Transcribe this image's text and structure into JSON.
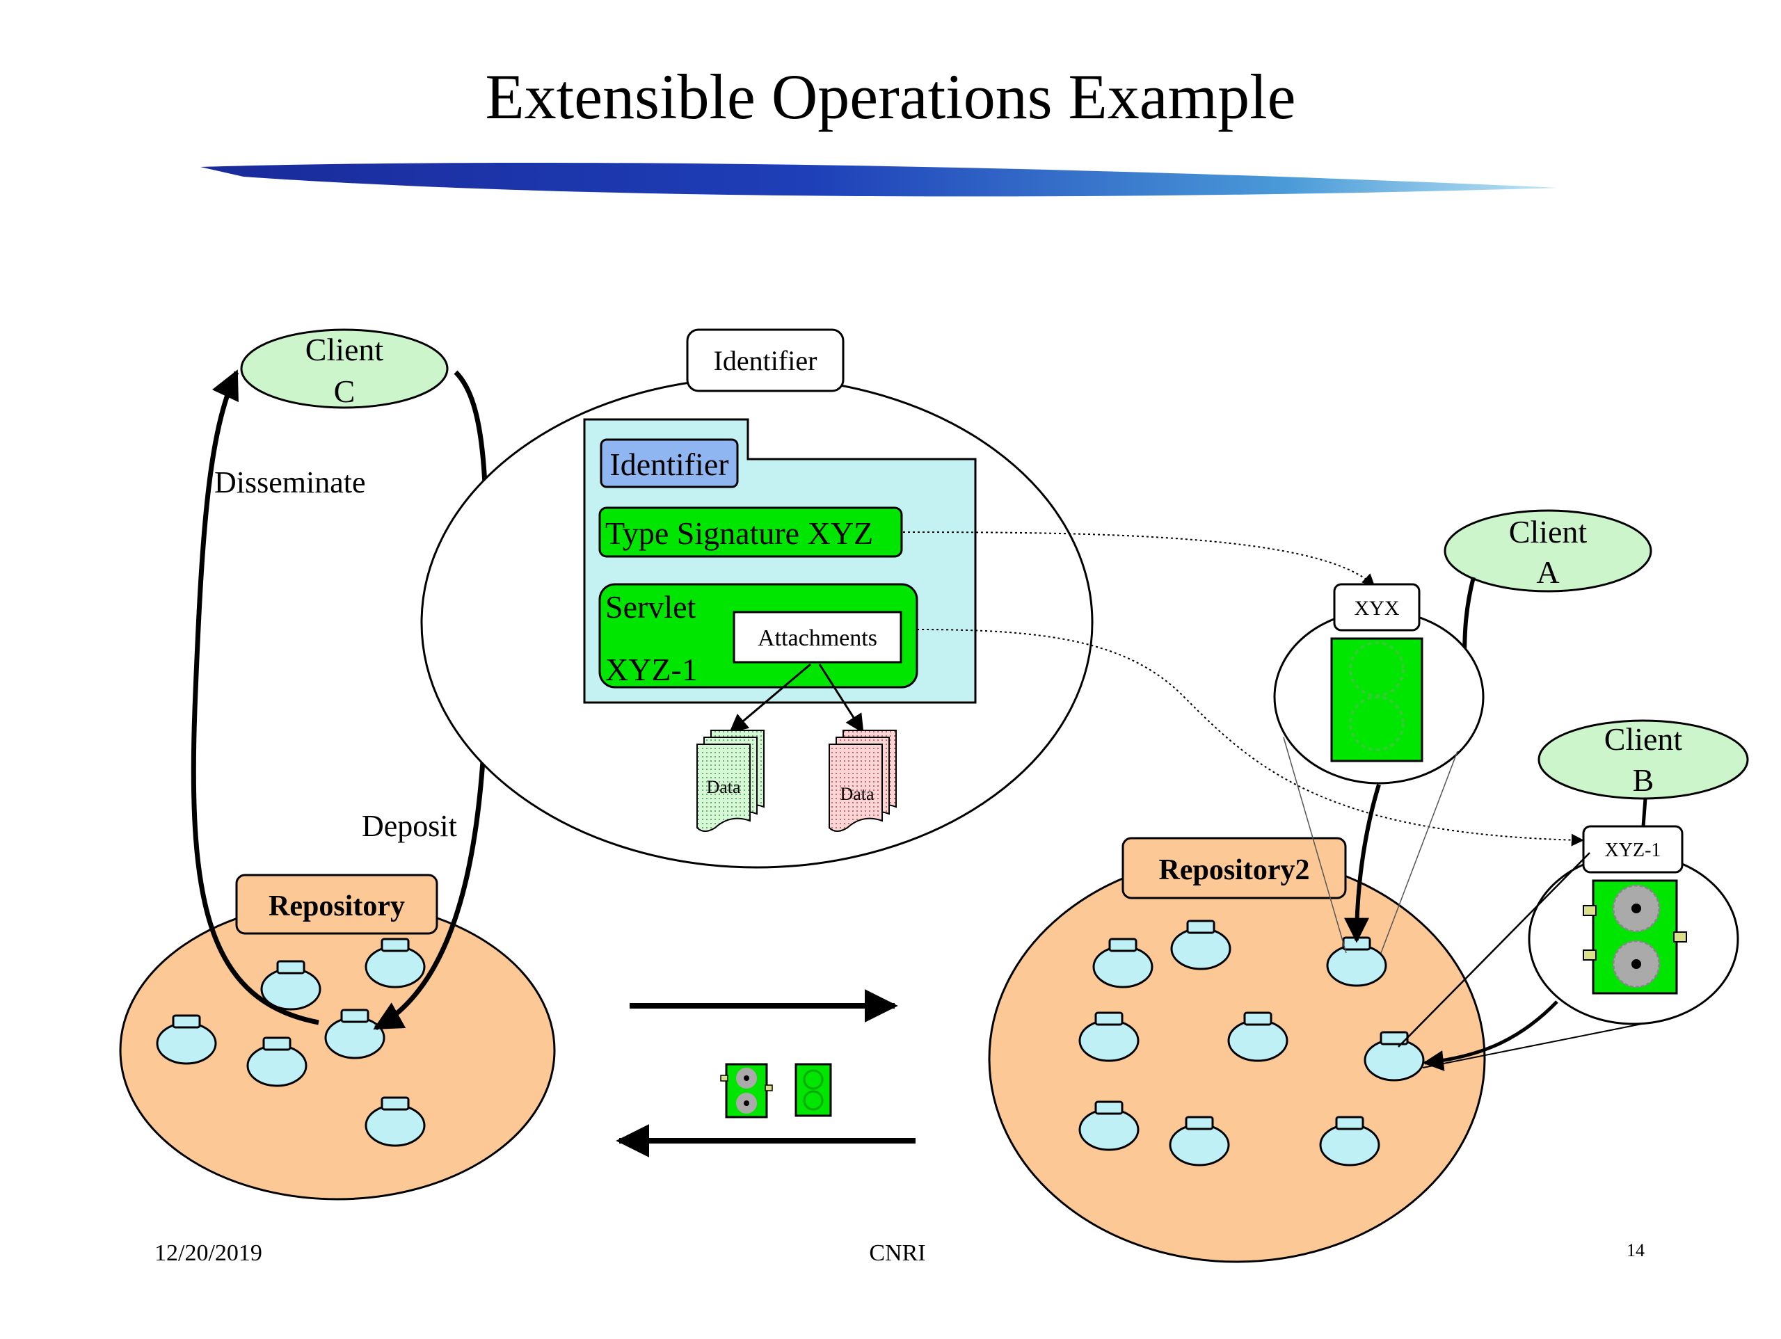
{
  "slide": {
    "title": "Extensible Operations Example",
    "footer": {
      "date": "12/20/2019",
      "center": "CNRI",
      "page": "14"
    }
  },
  "clients": {
    "c": {
      "line1": "Client",
      "line2": "C"
    },
    "a": {
      "line1": "Client",
      "line2": "A"
    },
    "b": {
      "line1": "Client",
      "line2": "B"
    }
  },
  "arrows": {
    "disseminate": "Disseminate",
    "deposit": "Deposit"
  },
  "digital_object": {
    "outer_tab": "Identifier",
    "inner_identifier": "Identifier",
    "type_signature": "Type Signature XYZ",
    "servlet_line1": "Servlet",
    "servlet_line2": "XYZ-1",
    "attachments": "Attachments",
    "data_label_1": "Data",
    "data_label_2": "Data"
  },
  "repositories": {
    "left": "Repository",
    "right": "Repository2"
  },
  "operations": {
    "xyx_label": "XYX",
    "xyz1_label": "XYZ-1"
  },
  "colors": {
    "client_fill": "#ccf5cc",
    "repository_fill": "#fcc896",
    "object_fill": "#c4f2f2",
    "item_fill": "#bff0f5",
    "green": "#00e600",
    "identifier_blue": "#8fb6f0"
  }
}
